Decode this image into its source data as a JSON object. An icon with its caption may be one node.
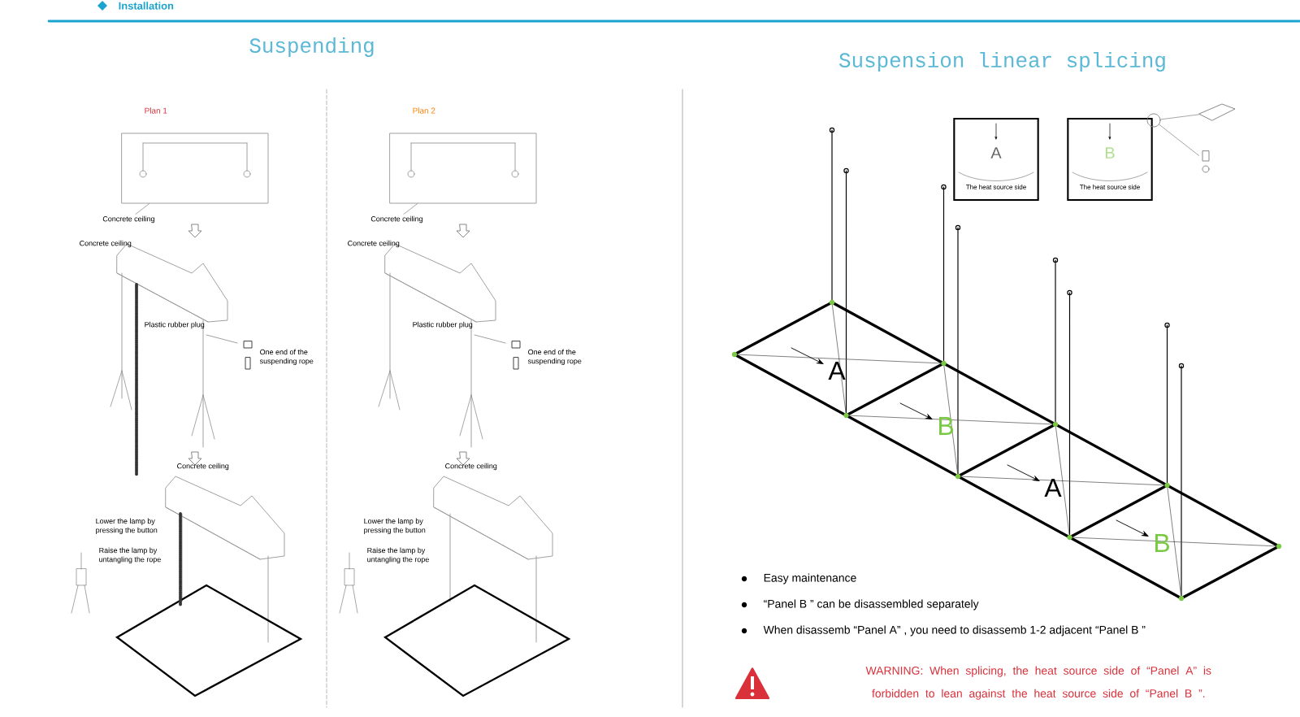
{
  "diagram": {
    "title": "Suspending",
    "nodes": [
      {
        "text": [
          "A",
          "The heat source side"
        ]
      },
      {
        "text": [
          "B",
          "The heat source side"
        ]
      },
      {
        "text": [],
        "shape": "circle"
      },
      {
        "text": [],
        "shape": "picture"
      },
      {
        "text": [],
        "shape": "picture"
      },
      {
        "text": [],
        "shape": "box"
      },
      {
        "text": [
          "Concrete ceiling"
        ]
      },
      {
        "text": [],
        "shape": "box"
      },
      {
        "text": [
          "Concrete ceiling"
        ]
      }
    ],
    "edges": [
      {
        "from": 2,
        "to": 3,
        "arrow": "none"
      },
      {
        "from": 2,
        "to": 4,
        "arrow": "none"
      },
      {
        "from": 6,
        "to": 5,
        "arrow": "none"
      },
      {
        "from": 8,
        "to": 7,
        "arrow": "none"
      }
    ],
    "labels": [
      "Installation",
      "Suspension linear splicing",
      "Plan 1",
      "Concrete ceiling",
      "Plastic rubber plug",
      "One end of the suspending rope",
      "Concrete ceiling",
      "Lower the lamp by pressing the button",
      "Raise the lamp by untangling the rope",
      "Plan 2",
      "Concrete ceiling",
      "Plastic rubber plug",
      "One end of the suspending rope",
      "Concrete ceiling",
      "Lower the lamp by pressing the button",
      "Raise the lamp by untangling the rope",
      "A",
      "B",
      "A",
      "B",
      "Easy maintenance",
      "“Panel B ” can be disassembled separately",
      "When disassemb “Panel A” , you need to disassemb 1-2 adjacent “Panel B ”",
      "WARNING: When splicing, the heat source side of “Panel A” is forbidden to lean against the heat source side of “Panel B ”."
    ]
  }
}
